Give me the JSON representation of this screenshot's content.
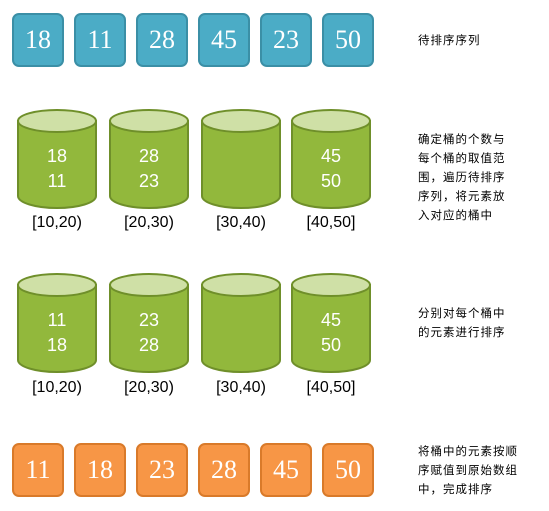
{
  "unsorted": [
    "18",
    "11",
    "28",
    "45",
    "23",
    "50"
  ],
  "notes": {
    "step0": [
      "待排序序列"
    ],
    "step1": [
      "确定桶的个数与",
      "每个桶的取值范",
      "围，遍历待排序",
      "序列，将元素放",
      "入对应的桶中"
    ],
    "step2": [
      "分别对每个桶中",
      "的元素进行排序"
    ],
    "step3": [
      "将桶中的元素按顺",
      "序赋值到原始数组",
      "中，完成排序"
    ]
  },
  "buckets_step1": [
    {
      "range": "[10,20)",
      "vals": [
        "18",
        "11"
      ]
    },
    {
      "range": "[20,30)",
      "vals": [
        "28",
        "23"
      ]
    },
    {
      "range": "[30,40)",
      "vals": []
    },
    {
      "range": "[40,50]",
      "vals": [
        "45",
        "50"
      ]
    }
  ],
  "buckets_step2": [
    {
      "range": "[10,20)",
      "vals": [
        "11",
        "18"
      ]
    },
    {
      "range": "[20,30)",
      "vals": [
        "23",
        "28"
      ]
    },
    {
      "range": "[30,40)",
      "vals": []
    },
    {
      "range": "[40,50]",
      "vals": [
        "45",
        "50"
      ]
    }
  ],
  "sorted": [
    "11",
    "18",
    "23",
    "28",
    "45",
    "50"
  ],
  "colors": {
    "input_box": "#4bacc6",
    "output_box": "#f79646",
    "bucket": "#92b83c",
    "bucket_top": "#cfe0a6"
  }
}
